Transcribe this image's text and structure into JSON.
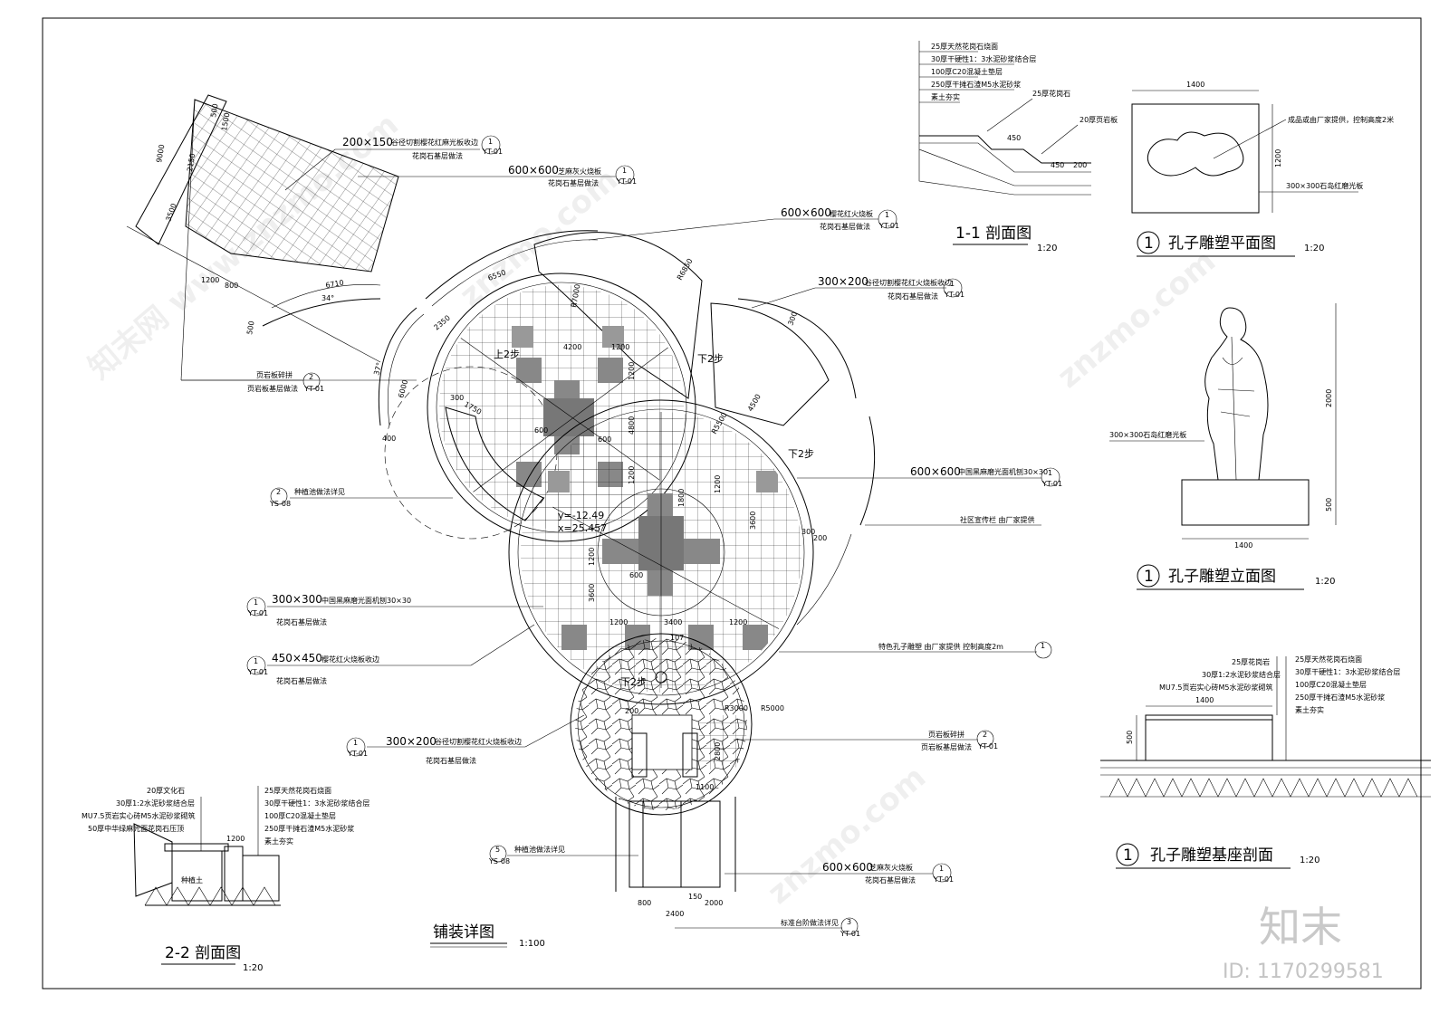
{
  "drawing": {
    "main_title": "铺装详图",
    "main_scale": "1:100",
    "section_1_title": "1-1 剖面图",
    "section_1_scale": "1:20",
    "section_2_title": "2-2 剖面图",
    "section_2_scale": "1:20",
    "statue_plan_num": "1",
    "statue_plan_title": "孔子雕塑平面图",
    "statue_plan_scale": "1:20",
    "statue_elev_num": "1",
    "statue_elev_title": "孔子雕塑立面图",
    "statue_elev_scale": "1:20",
    "statue_base_num": "1",
    "statue_base_title": "孔子雕塑基座剖面",
    "statue_base_scale": "1:20"
  },
  "callouts": [
    {
      "main": "200×150",
      "spec": "谷径切割樱花红麻光板收边",
      "sub": "花岗石基层做法",
      "num": "1",
      "ref": "YT-01"
    },
    {
      "main": "600×600",
      "spec": "芝麻灰火烧板",
      "sub": "花岗石基层做法",
      "num": "1",
      "ref": "YT-01"
    },
    {
      "main": "600×600",
      "spec": "樱花红火烧板",
      "sub": "花岗石基层做法",
      "num": "1",
      "ref": "YT-01"
    },
    {
      "main": "300×200",
      "spec": "谷径切割樱花红火烧板收边",
      "sub": "花岗石基层做法",
      "num": "1",
      "ref": "YT-01"
    },
    {
      "main": "600×600",
      "spec": "中国黑麻磨光面机刨30×30",
      "sub": "",
      "num": "1",
      "ref": "YT-01"
    },
    {
      "main": "300×300",
      "spec": "中国黑麻磨光面机刨30×30",
      "sub": "花岗石基层做法",
      "num": "1",
      "ref": "YT-01"
    },
    {
      "main": "450×450",
      "spec": "樱花红火烧板收边",
      "sub": "花岗石基层做法",
      "num": "1",
      "ref": "YT-01"
    },
    {
      "main": "300×200",
      "spec": "谷径切割樱花红火烧板收边",
      "sub": "花岗石基层做法",
      "num": "1",
      "ref": "YT-01"
    },
    {
      "main": "600×600",
      "spec": "芝麻灰火烧板",
      "sub": "花岗石基层做法",
      "num": "1",
      "ref": "YT-01"
    }
  ],
  "small_notes": {
    "shale_1": "页岩板碎拼",
    "shale_1_sub": "页岩板基层做法",
    "shale_1_num": "2",
    "shale_1_ref": "YT-01",
    "planter_1": "种植池做法详见",
    "planter_1_num": "2",
    "planter_1_ref": "YS-08",
    "community_board": "社区宣传栏 由厂家提供",
    "statue_note": "特色孔子雕塑 由厂家提供 控制高度2m",
    "statue_note_num": "1",
    "shale_2": "页岩板碎拼",
    "shale_2_sub": "页岩板基层做法",
    "shale_2_num": "2",
    "shale_2_ref": "YT-01",
    "planter_2": "种植池做法详见",
    "planter_2_num": "5",
    "planter_2_ref": "YS-08",
    "steps_note": "标准台阶做法详见",
    "steps_num": "3",
    "steps_ref": "YT-01",
    "up2": "上2步",
    "down2_a": "下2步",
    "down2_b": "下2步",
    "down2_c": "下2步",
    "coord_y": "y=-12.49",
    "coord_x": "x=25.457"
  },
  "section1_layers": [
    "25厚天然花岗石烧面",
    "30厚干硬性1：3水泥砂浆结合层",
    "100厚C20混凝土垫层",
    "250厚干摊石渣M5水泥砂浆",
    "素土夯实"
  ],
  "section1_notes": {
    "stone": "25厚花岗石",
    "step": "20厚页岩板",
    "d450a": "450",
    "d450b": "450",
    "d200": "200"
  },
  "section2_left": [
    "20厚文化石",
    "30厚1:2水泥砂浆结合层",
    "MU7.5页岩实心砖M5水泥砂浆砌筑",
    "50厚中华绿麻光面花岗石压顶"
  ],
  "section2_right": [
    "25厚天然花岗石烧面",
    "30厚干硬性1：3水泥砂浆结合层",
    "100厚C20混凝土垫层",
    "250厚干摊石渣M5水泥砂浆",
    "素土夯实"
  ],
  "section2_notes": {
    "plant": "种植土",
    "dim": "1200"
  },
  "statue_plan": {
    "w": "1400",
    "h": "1200",
    "note": "成品或由厂家提供，控制高度2米",
    "tile": "300×300石岛红磨光板"
  },
  "statue_elev": {
    "tile": "300×300石岛红磨光板",
    "h": "2000",
    "base_h": "500",
    "w": "1400"
  },
  "statue_base": {
    "left": [
      "25厚花岗岩",
      "30厚1:2水泥砂浆结合层",
      "MU7.5页岩实心砖M5水泥砂浆砌筑"
    ],
    "right": [
      "25厚天然花岗石烧面",
      "30厚干硬性1：3水泥砂浆结合层",
      "100厚C20混凝土垫层",
      "250厚干摊石渣M5水泥砂浆",
      "素土夯实"
    ],
    "w": "1400",
    "h": "500"
  },
  "dims": {
    "d4200": "4200",
    "d1200a": "1200",
    "d1200b": "1200",
    "d4800": "4800",
    "d1200c": "1200",
    "d600a": "600",
    "d600b": "600",
    "d3600": "3600",
    "d1800": "1800",
    "d1200d": "1200",
    "d3400": "3400",
    "d1200e": "1200",
    "d1200f": "1200",
    "d107": "107",
    "d3600b": "3600",
    "d1200g": "1200",
    "d600c": "600",
    "d2800": "2800",
    "d1100": "1100",
    "d2400": "2400",
    "d800": "800",
    "d150": "150",
    "d2000": "2000",
    "d200": "200",
    "r3000": "R3000",
    "r5000": "R5000",
    "r7000": "R7000",
    "r6850": "R6850",
    "r5500": "R5500",
    "d300": "300",
    "d6550": "6550",
    "d6710": "6710",
    "d34": "34°",
    "d2350": "2350",
    "d400": "400",
    "d500": "500",
    "d9000": "9000",
    "d1200h": "1200",
    "d800b": "800",
    "d3500": "3500",
    "d2150": "2150",
    "d1500": "1500",
    "d500b": "500",
    "d6000": "6000",
    "d300b": "300",
    "d1750": "1750",
    "d4500": "4500",
    "d37": "37°",
    "d300c": "300",
    "d200c": "200"
  },
  "watermarks": {
    "site": "znzmo.com",
    "site_cn": "知末网 www.znzmo.com",
    "logo": "知末",
    "id": "ID: 1170299581"
  }
}
